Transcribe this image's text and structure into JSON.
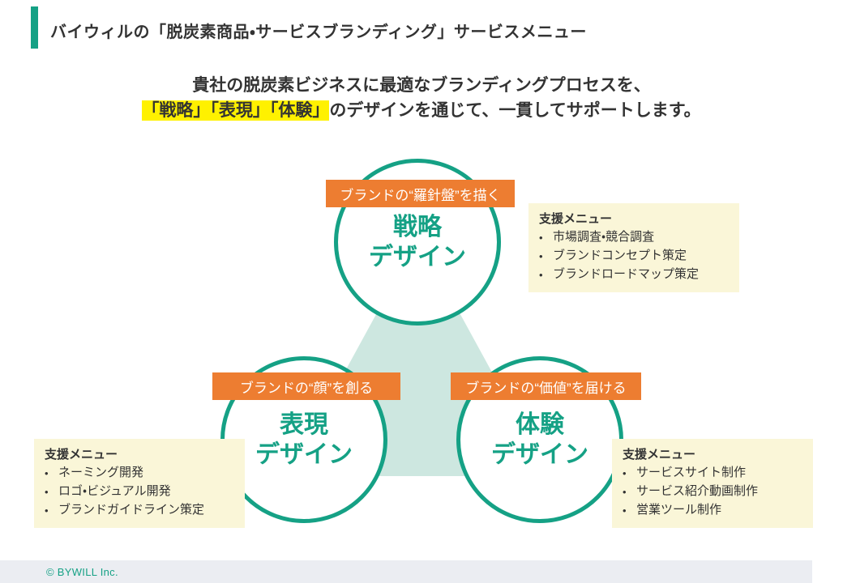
{
  "colors": {
    "accent_teal": "#15A185",
    "banner_orange": "#ED7D31",
    "triangle_fill": "#CDE7E0",
    "menu_box_cream": "#FAF6D8",
    "highlight_yellow": "#FFF100",
    "footer_band_gray": "#EBEDF2",
    "text_dark": "#333333"
  },
  "header": {
    "title": "バイウィルの「脱炭素商品・サービスブランディング」サービスメニュー"
  },
  "subtitle": {
    "line1": "貴社の脱炭素ビジネスに最適なブランディングプロセスを、",
    "line2_highlight": "「戦略」「表現」「体験」",
    "line2_rest": "のデザインを通じて、一貫してサポートします。"
  },
  "diagram": {
    "bullet": "•",
    "circles": [
      {
        "banner": "ブランドの“羅針盤”を描く",
        "line1": "戦略",
        "line2": "デザイン"
      },
      {
        "banner": "ブランドの“顔”を創る",
        "line1": "表現",
        "line2": "デザイン"
      },
      {
        "banner": "ブランドの“価値”を届ける",
        "line1": "体験",
        "line2": "デザイン"
      }
    ],
    "menus": [
      {
        "title": "支援メニュー",
        "items": [
          "市場調査・競合調査",
          "ブランドコンセプト策定",
          "ブランドロードマップ策定"
        ]
      },
      {
        "title": "支援メニュー",
        "items": [
          "ネーミング開発",
          "ロゴ・ビジュアル開発",
          "ブランドガイドライン策定"
        ]
      },
      {
        "title": "支援メニュー",
        "items": [
          "サービスサイト制作",
          "サービス紹介動画制作",
          "営業ツール制作"
        ]
      }
    ]
  },
  "footer": {
    "copyright": "© BYWILL Inc."
  }
}
